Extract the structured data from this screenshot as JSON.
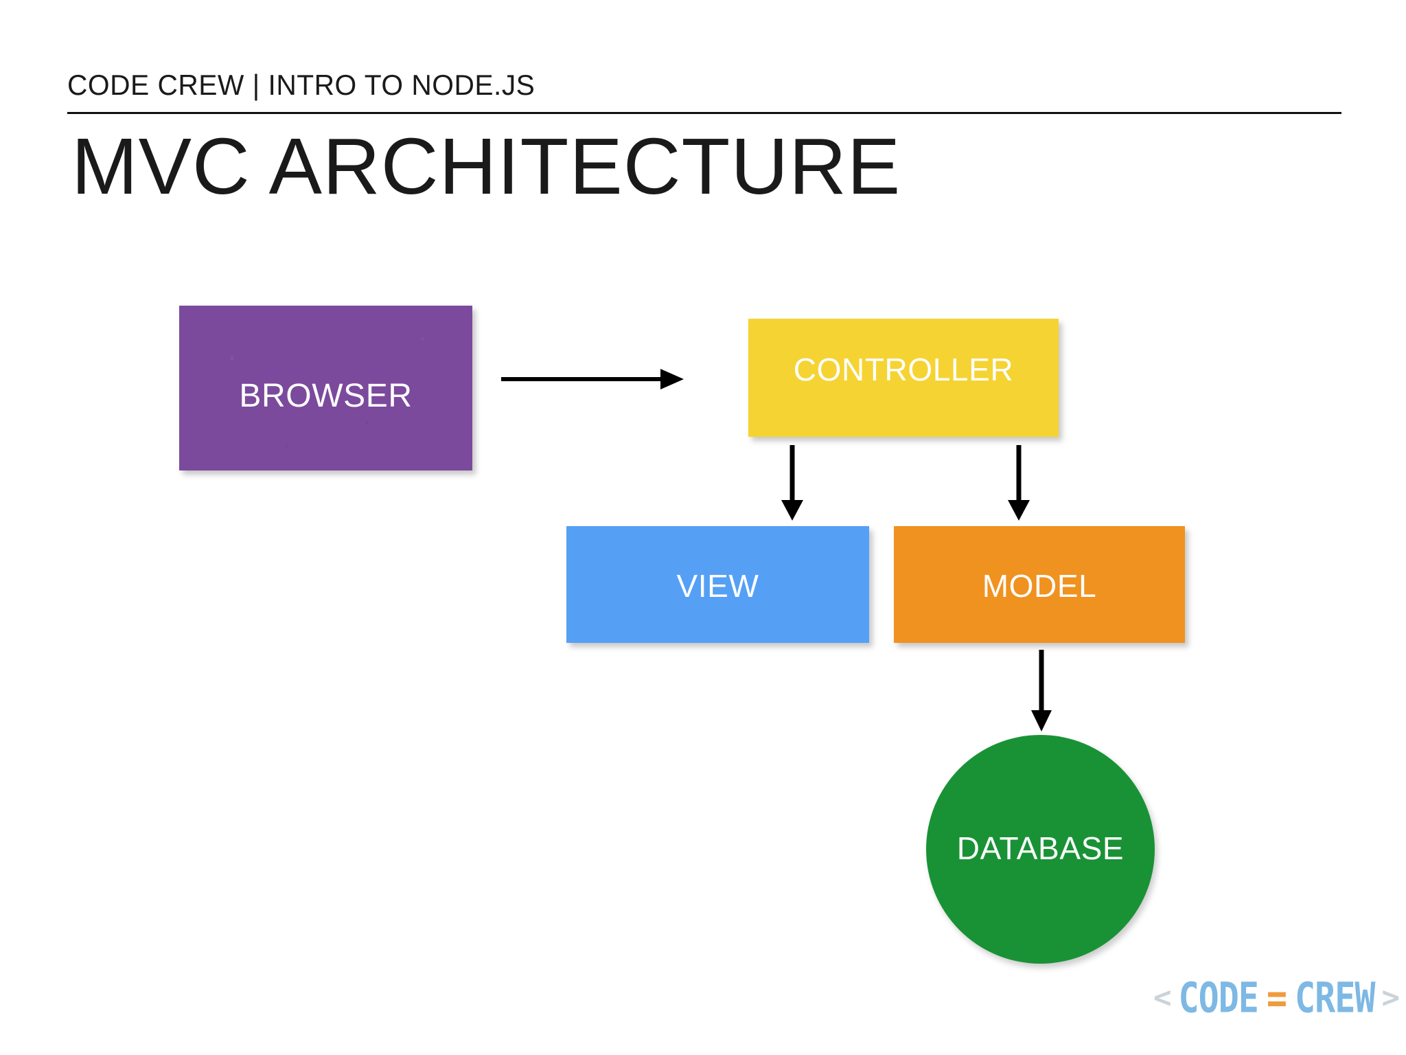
{
  "slide": {
    "eyebrow": "CODE CREW | INTRO TO NODE.JS",
    "title": "MVC ARCHITECTURE",
    "background_color": "#FFFFFF"
  },
  "diagram": {
    "nodes": [
      {
        "id": "browser",
        "label": "BROWSER",
        "shape": "rectangle",
        "color": "#7B4A9C",
        "text_color": "#FFFFFF"
      },
      {
        "id": "controller",
        "label": "CONTROLLER",
        "shape": "rectangle",
        "color": "#F5D333",
        "text_color": "#FFFFFF"
      },
      {
        "id": "view",
        "label": "VIEW",
        "shape": "rectangle",
        "color": "#55A0F5",
        "text_color": "#FFFFFF"
      },
      {
        "id": "model",
        "label": "MODEL",
        "shape": "rectangle",
        "color": "#F0921F",
        "text_color": "#FFFFFF"
      },
      {
        "id": "database",
        "label": "DATABASE",
        "shape": "circle",
        "color": "#199235",
        "text_color": "#FFFFFF"
      }
    ],
    "edges": [
      {
        "from": "browser",
        "to": "controller",
        "direction": "right",
        "style": "solid-arrow"
      },
      {
        "from": "controller",
        "to": "view",
        "direction": "down",
        "style": "solid-arrow"
      },
      {
        "from": "controller",
        "to": "model",
        "direction": "down",
        "style": "solid-arrow"
      },
      {
        "from": "model",
        "to": "database",
        "direction": "down",
        "style": "solid-arrow"
      }
    ],
    "arrow_color": "#000000"
  },
  "logo": {
    "bracket_open": "<",
    "word_left": "CODE",
    "equals": "=",
    "word_right": "CREW",
    "bracket_close": ">",
    "word_color": "#7EB8E4",
    "equals_color": "#F09B3D",
    "bracket_color": "#C9D3D9"
  }
}
